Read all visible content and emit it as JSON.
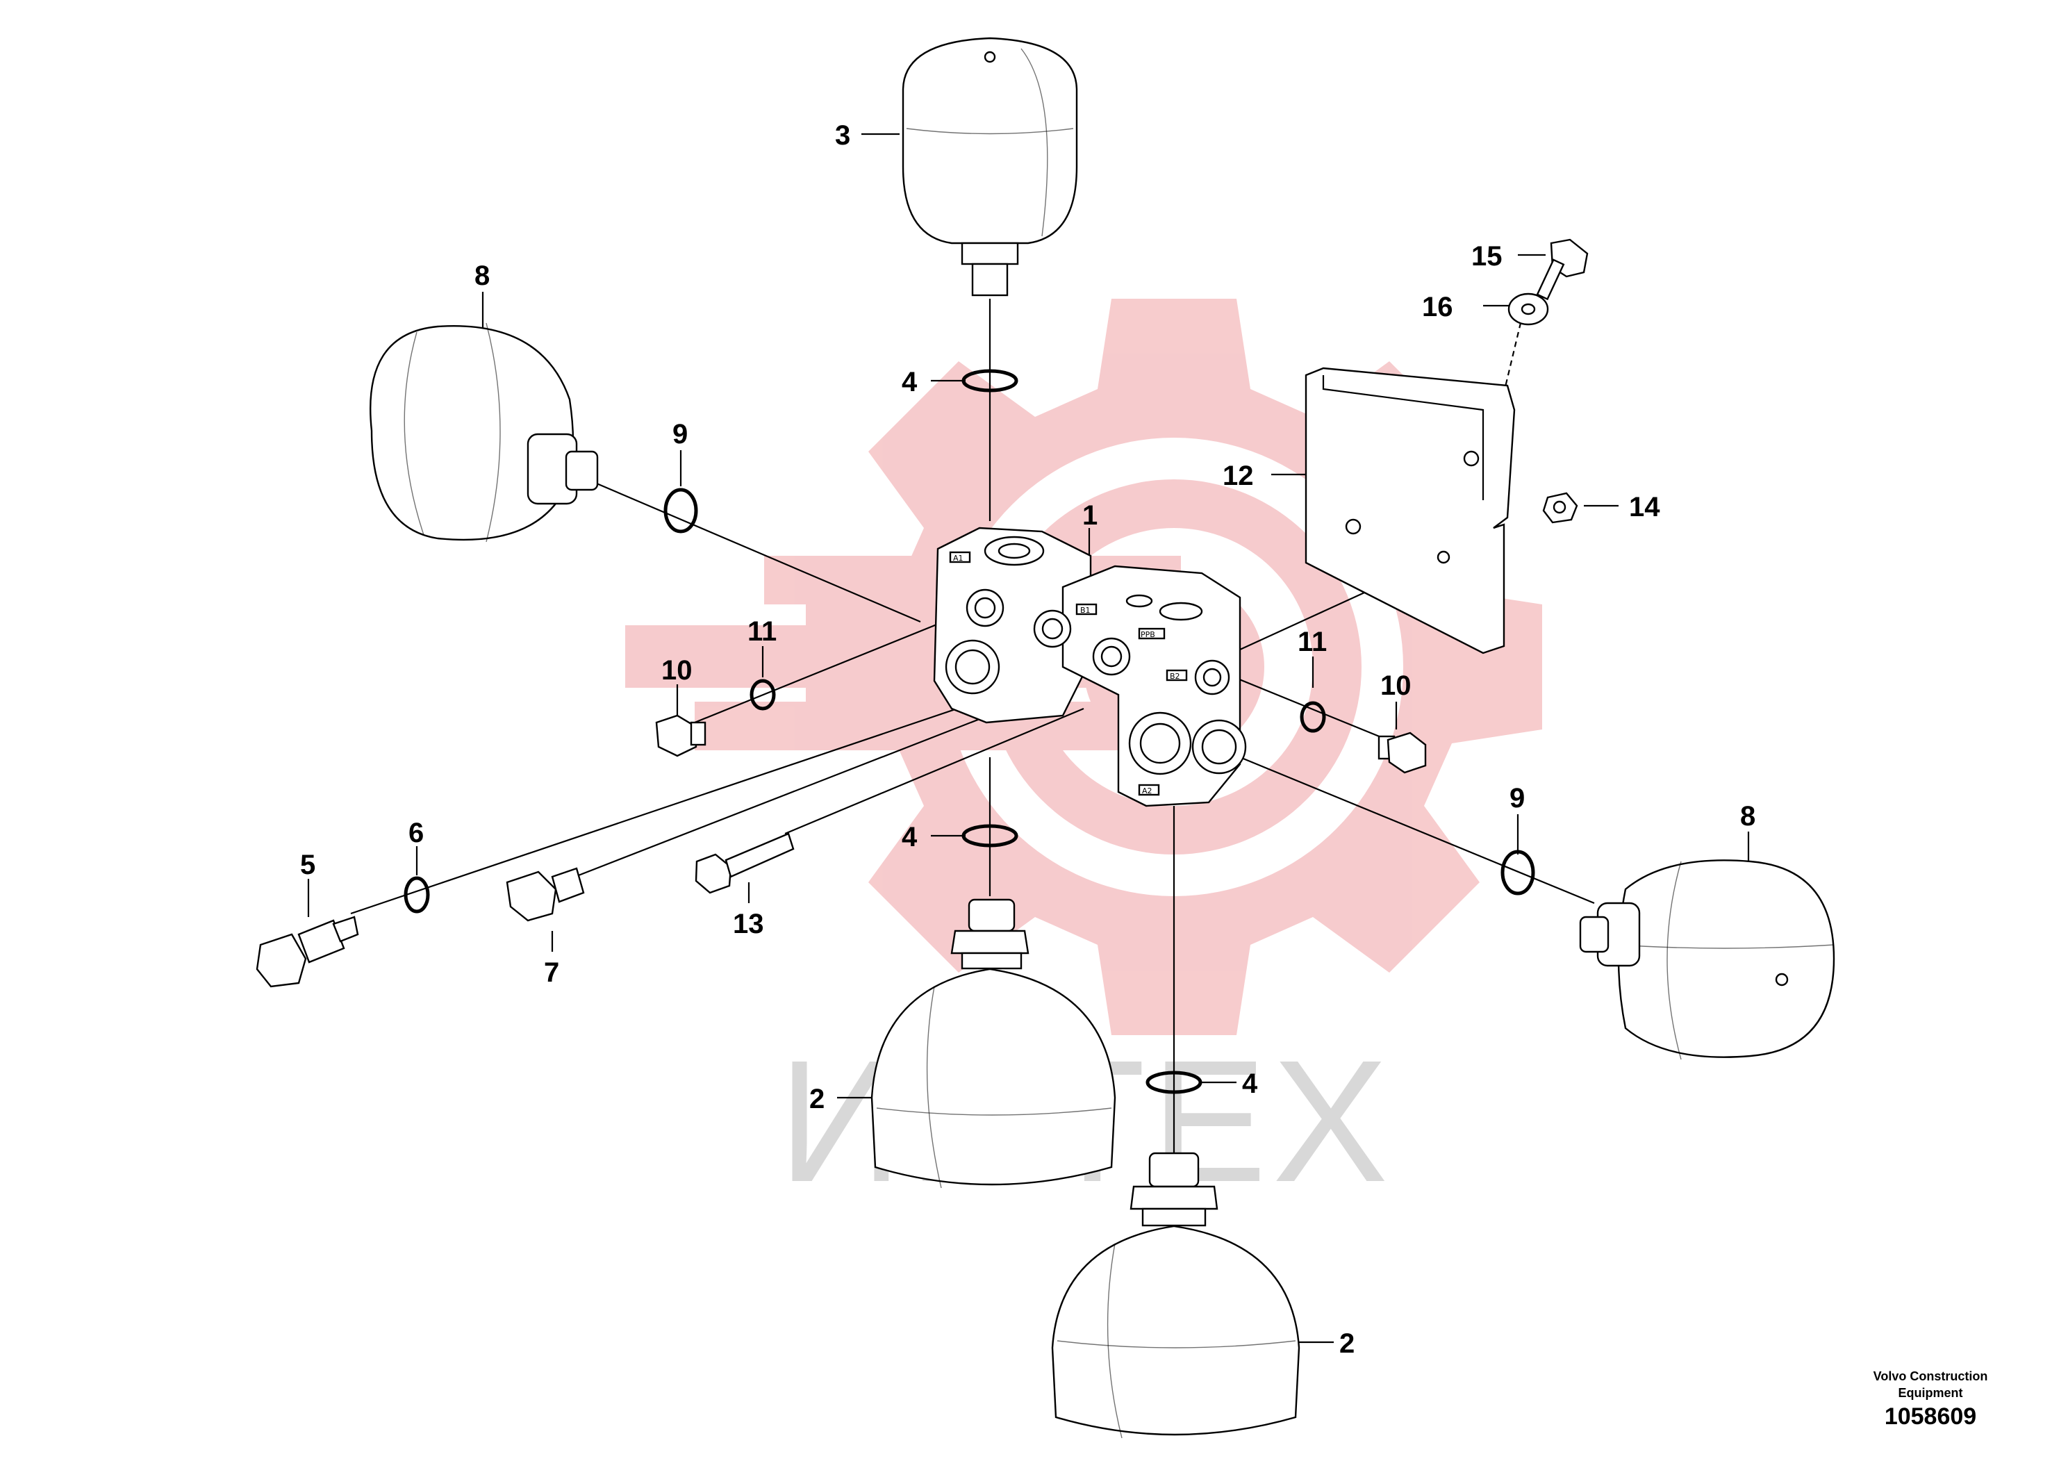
{
  "watermark": {
    "text": "ИНТЕХ",
    "logo_color": "#f6c6c8",
    "text_color": "#d8d8d8"
  },
  "footer": {
    "manufacturer": "Volvo Construction Equipment",
    "document_number": "1058609"
  },
  "callouts": {
    "c1": "1",
    "c2a": "2",
    "c2b": "2",
    "c3": "3",
    "c4a": "4",
    "c4b": "4",
    "c4c": "4",
    "c5": "5",
    "c6": "6",
    "c7": "7",
    "c8a": "8",
    "c8b": "8",
    "c9a": "9",
    "c9b": "9",
    "c10a": "10",
    "c10b": "10",
    "c11a": "11",
    "c11b": "11",
    "c12": "12",
    "c13": "13",
    "c14": "14",
    "c15": "15",
    "c16": "16"
  },
  "port_labels": [
    "A1",
    "B1",
    "PPB",
    "B2",
    "A2"
  ]
}
